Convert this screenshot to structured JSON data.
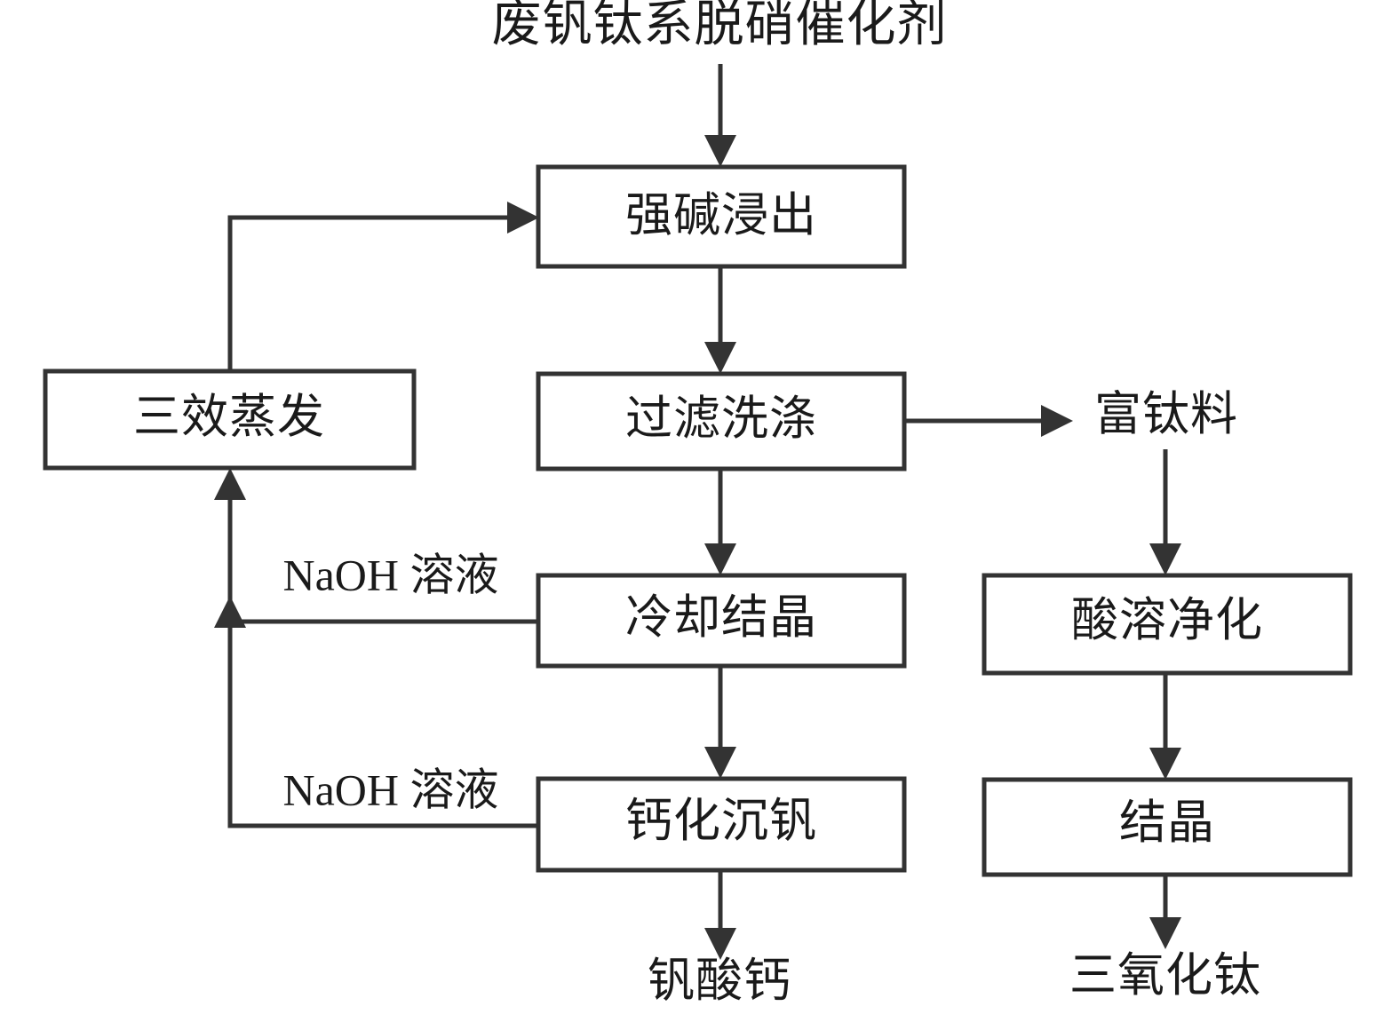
{
  "diagram": {
    "title": "废钒钛系脱硝催化剂",
    "input_label": "废钒钛系脱硝催化剂",
    "colors": {
      "stroke": "#333333",
      "text": "#1a1a1a",
      "background": "#ffffff"
    },
    "process_boxes": [
      {
        "id": "alkali-leaching",
        "label": "强碱浸出"
      },
      {
        "id": "triple-evaporation",
        "label": "三效蒸发"
      },
      {
        "id": "filter-washing",
        "label": "过滤洗涤"
      },
      {
        "id": "cooling-crystallization",
        "label": "冷却结晶"
      },
      {
        "id": "calcium-vanadium-precipitation",
        "label": "钙化沉钒"
      },
      {
        "id": "acid-dissolution-purification",
        "label": "酸溶净化"
      },
      {
        "id": "crystallization",
        "label": "结晶"
      }
    ],
    "free_labels": [
      {
        "id": "feedstock",
        "label": "废钒钛系脱硝催化剂"
      },
      {
        "id": "titanium-rich-material",
        "label": "富钛料"
      },
      {
        "id": "calcium-vanadate",
        "label": "钒酸钙"
      },
      {
        "id": "titanium-trioxide",
        "label": "三氧化钛"
      }
    ],
    "edge_labels": [
      {
        "id": "naoh-from-cooling",
        "label": "NaOH 溶液"
      },
      {
        "id": "naoh-from-precipitation",
        "label": "NaOH 溶液"
      }
    ]
  }
}
